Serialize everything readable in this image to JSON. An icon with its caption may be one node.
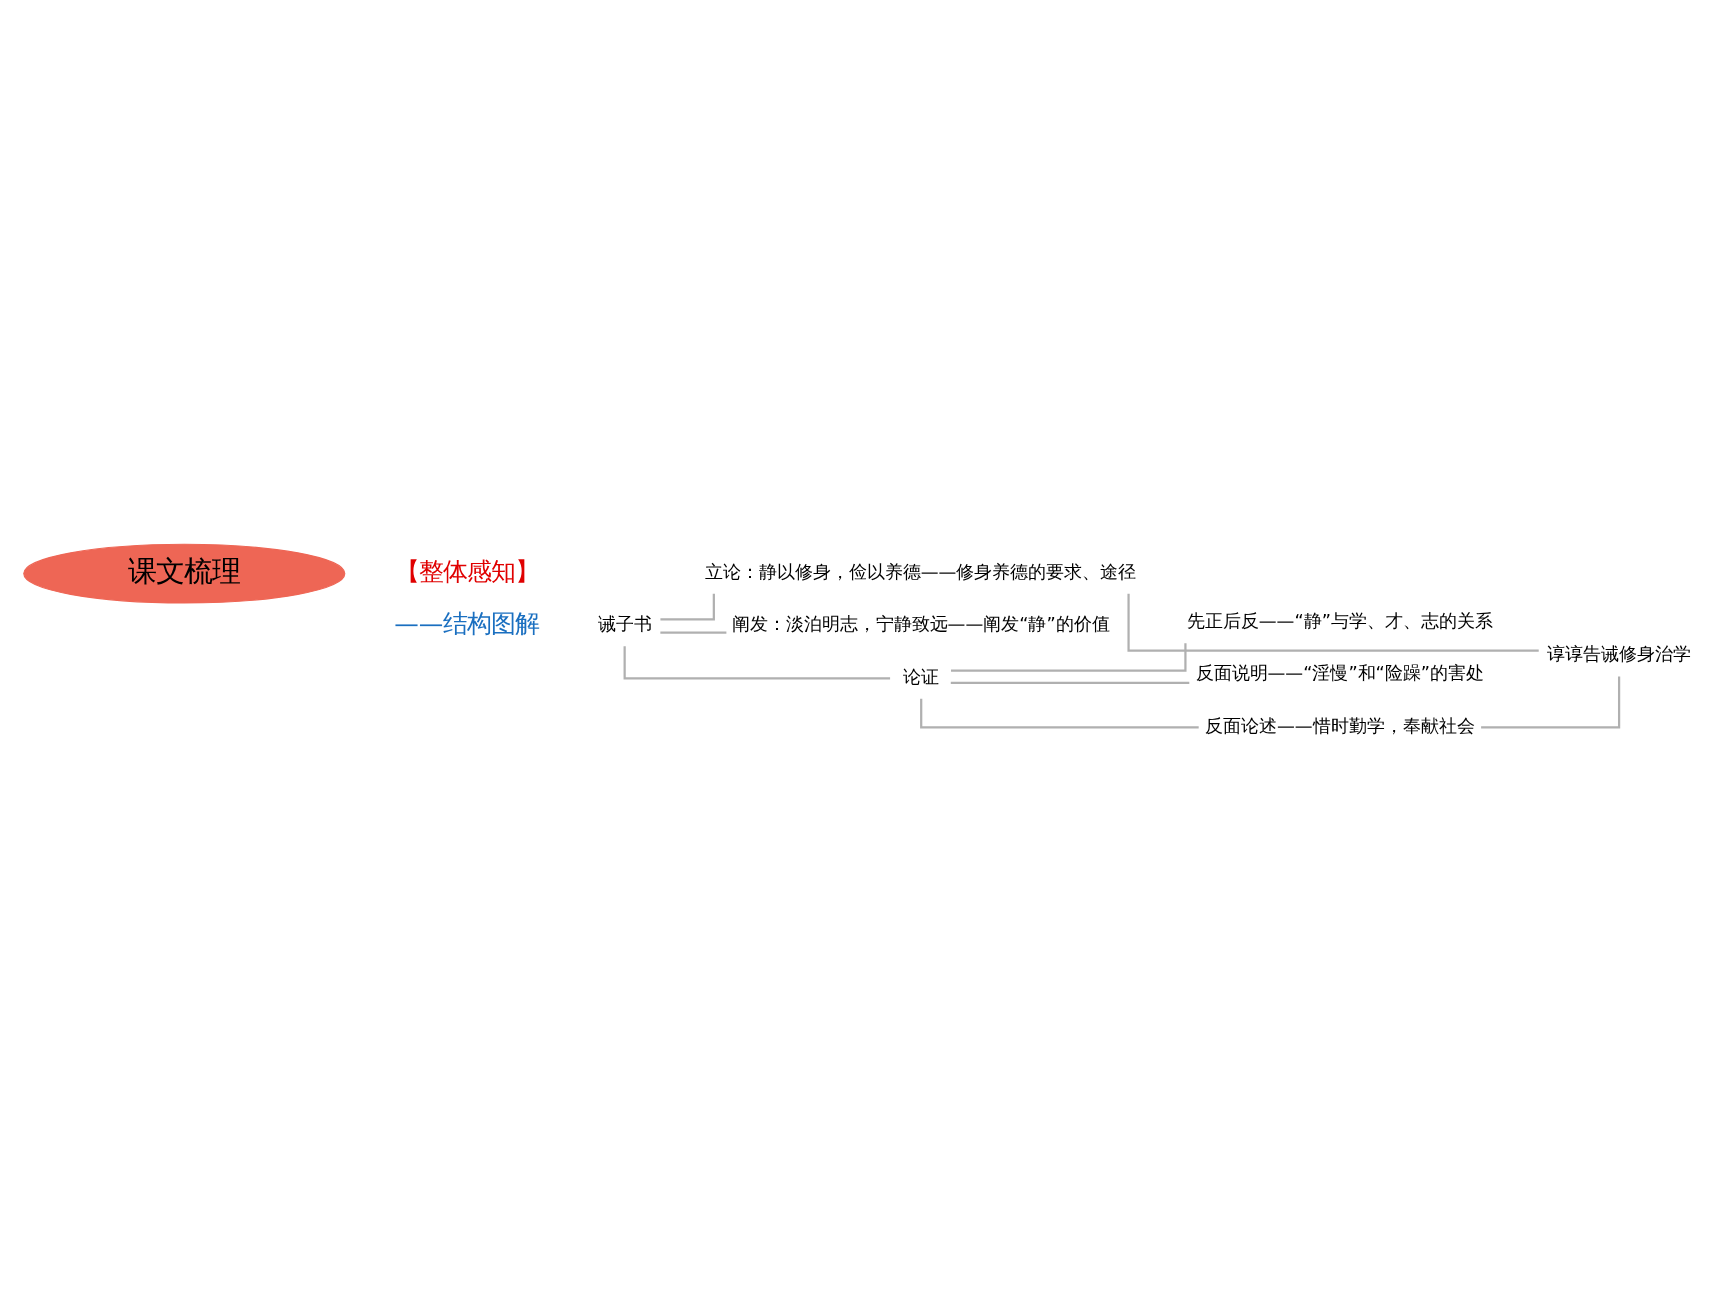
{
  "diagram": {
    "nodes": [
      {
        "text": [
          "课文梳理"
        ]
      },
      {
        "text": [
          "诫子书"
        ]
      },
      {
        "text": [
          "立论：静以修身，俭以养德——修身养德的要求、途径"
        ]
      },
      {
        "text": [
          "阐发：淡泊明志，宁静致远——阐发“静”的价值"
        ]
      },
      {
        "text": [
          "论证"
        ]
      },
      {
        "text": [
          "先正后反——“静”与学、才、志的关系"
        ]
      },
      {
        "text": [
          "反面说明——“淫慢”和“险躁”的害处"
        ]
      },
      {
        "text": [
          "反面论述——惜时勤学，奉献社会"
        ]
      },
      {
        "text": [
          "谆谆告诫修身治学"
        ]
      }
    ],
    "edges": [
      {
        "from": 1,
        "to": 2,
        "arrow": "none"
      },
      {
        "from": 1,
        "to": 3,
        "arrow": "none"
      },
      {
        "from": 1,
        "to": 4,
        "arrow": "none"
      },
      {
        "from": 4,
        "to": 5,
        "arrow": "none"
      },
      {
        "from": 4,
        "to": 6,
        "arrow": "none"
      },
      {
        "from": 4,
        "to": 7,
        "arrow": "none"
      },
      {
        "from": 2,
        "to": 8,
        "arrow": "none"
      },
      {
        "from": 7,
        "to": 8,
        "arrow": "none"
      }
    ],
    "labels": [
      "【整体感知】",
      "——结构图解"
    ]
  }
}
